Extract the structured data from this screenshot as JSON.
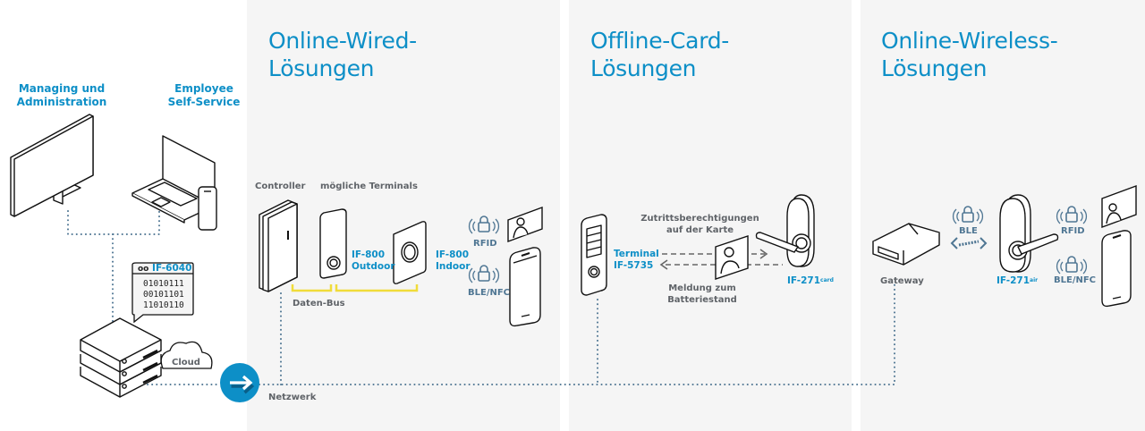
{
  "colors": {
    "accent_blue": "#0d8fc7",
    "panel_bg": "#f5f5f5",
    "label_gray": "#5f6368",
    "wireless_steel": "#4f7693",
    "bus_yellow": "#f0dc3a",
    "network_dot": "#4f7693"
  },
  "left": {
    "managing_label": "Managing und\nAdministration",
    "employee_label": "Employee\nSelf-Service",
    "server_callout": {
      "title": "IF-6040",
      "icon": "dots-icon",
      "binary": [
        "01010111",
        "00101101",
        "11010110"
      ]
    },
    "cloud_label": "Cloud",
    "network_label": "Netzwerk",
    "network_icon": "arrow-right-icon"
  },
  "panels": [
    {
      "title": "Online-Wired-\nLösungen",
      "controller_label": "Controller",
      "terminals_label": "mögliche Terminals",
      "outdoor_label": "IF-800\nOutdoor",
      "indoor_label": "IF-800\nIndoor",
      "bus_label": "Daten-Bus",
      "rfid_label": "RFID",
      "blenfc_label": "BLE/NFC"
    },
    {
      "title": "Offline-Card-\nLösungen",
      "terminal_label": "Terminal\nIF-5735",
      "rights_label": "Zutrittsberechtigungen\nauf der Karte",
      "battery_label": "Meldung zum\nBatteriestand",
      "lock_label": "IF-271",
      "lock_suffix": "card"
    },
    {
      "title": "Online-Wireless-\nLösungen",
      "gateway_label": "Gateway",
      "ble_label": "BLE",
      "lock_label": "IF-271",
      "lock_suffix": "air",
      "rfid_label": "RFID",
      "blenfc_label": "BLE/NFC"
    }
  ]
}
